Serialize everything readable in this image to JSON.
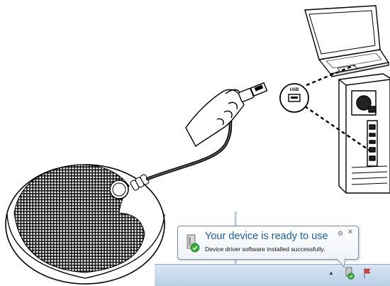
{
  "usb_callout": {
    "label": "USB"
  },
  "notification": {
    "title": "Your device is ready to use",
    "message": "Device driver software installed successfully.",
    "options_icon": "wrench-icon",
    "close_icon": "close-icon",
    "device_icon": "device-check-icon"
  },
  "taskbar": {
    "tray_icons": [
      "show-hidden-icons-arrow",
      "device-installed-icon",
      "action-center-flag-icon"
    ]
  },
  "colors": {
    "notification_title": "#1f5fa8",
    "taskbar": "#c9daee",
    "success_green": "#2eaa2e"
  }
}
